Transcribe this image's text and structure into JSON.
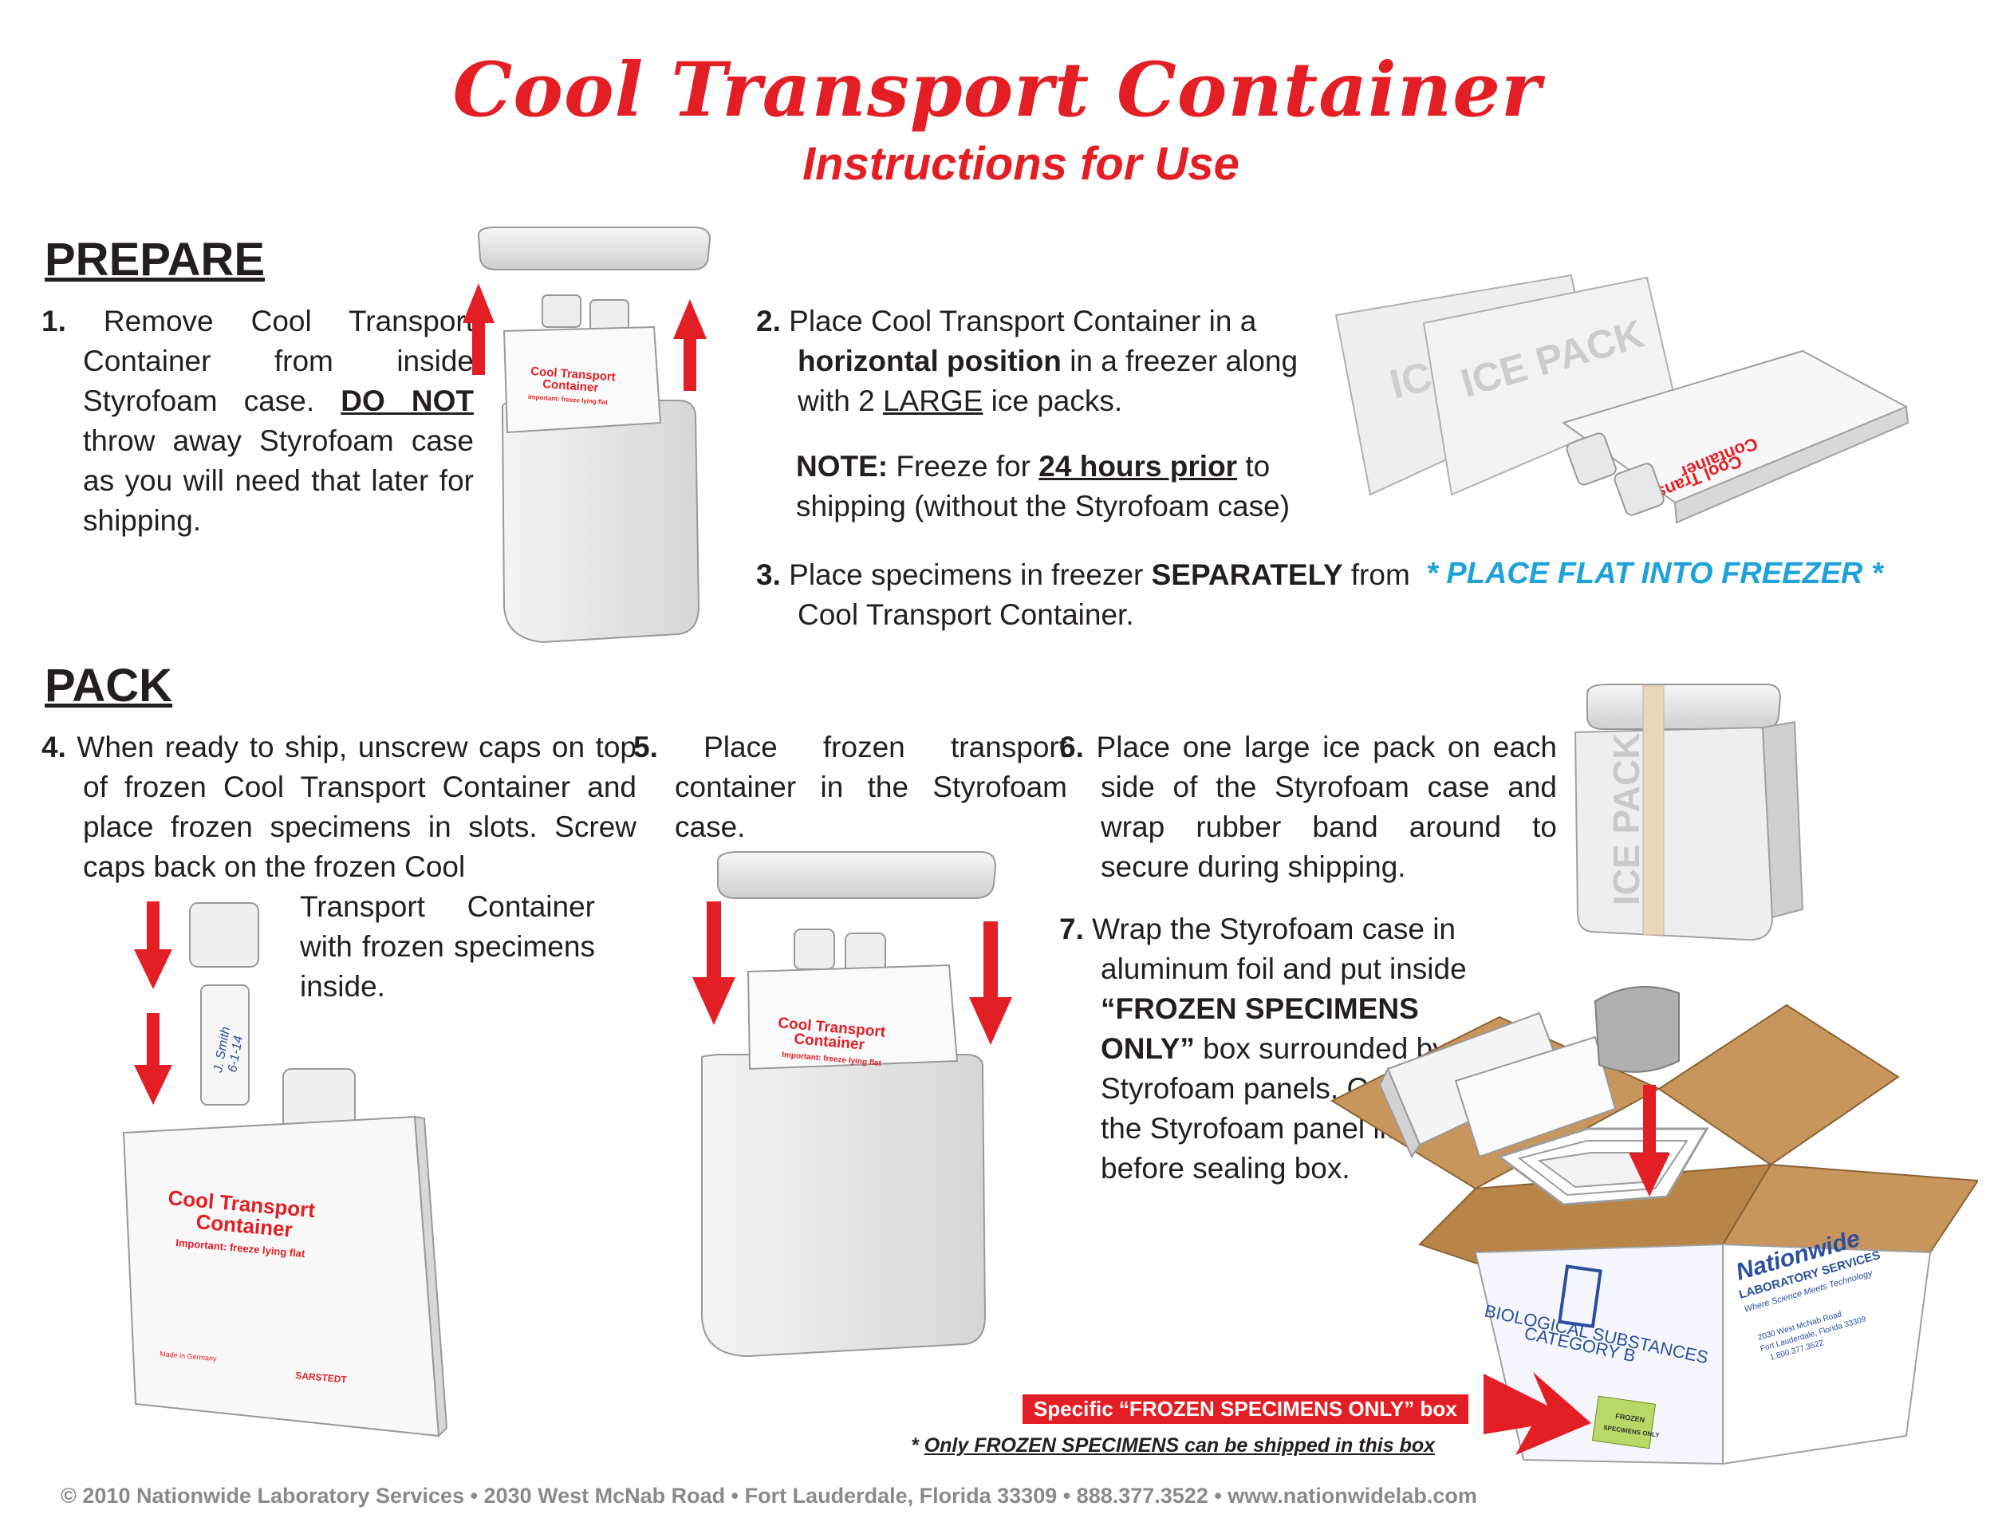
{
  "title": "Cool Transport Container",
  "subtitle": "Instructions for Use",
  "prepare": {
    "heading": "PREPARE",
    "step1": {
      "num": "1.",
      "t1": "Remove Cool Transport Container from inside Styrofoam case.",
      "do_not": "DO NOT",
      "t2": "throw away Styrofoam case as you will need that later for shipping."
    },
    "step2": {
      "num": "2.",
      "t1": "Place Cool Transport Container in a",
      "bold": "horizontal position",
      "t2": "in a freezer along with 2",
      "large": "LARGE",
      "t3": "ice packs."
    },
    "note": {
      "label": "NOTE:",
      "t1": "Freeze for",
      "hours": "24 hours prior",
      "t2": "to shipping (without the Styrofoam case)"
    },
    "step3": {
      "num": "3.",
      "t1": "Place specimens in freezer",
      "bold": "SEPARATELY",
      "t2": "from Cool Transport Container."
    },
    "freezer_note": "* PLACE FLAT INTO FREEZER *"
  },
  "pack": {
    "heading": "PACK",
    "step4": {
      "num": "4.",
      "t1": "When ready to ship, unscrew caps on top of frozen Cool Transport Container and place frozen specimens in slots. Screw caps back on the frozen Cool",
      "t2": "Transport Container with frozen specimens inside."
    },
    "step5": {
      "num": "5.",
      "t1": "Place frozen transport container in the Styrofoam case."
    },
    "step6": {
      "num": "6.",
      "t1": "Place one large ice pack on each side of the Styrofoam case and wrap rubber band around to secure during shipping."
    },
    "step7": {
      "num": "7.",
      "t1": "Wrap the Styrofoam case in aluminum foil and put inside",
      "bold": "“FROZEN SPECIMENS ONLY”",
      "t2": "box surrounded by Styrofoam panels. Cover with the Styrofoam panel lids before sealing box."
    }
  },
  "callouts": {
    "banner": "Specific “FROZEN SPECIMENS ONLY” box",
    "only_star": "*",
    "only_note": "Only FROZEN SPECIMENS can be shipped in this box"
  },
  "labels": {
    "container_name": "Cool Transport Container",
    "container_line1": "Cool Transport",
    "container_line2": "Container",
    "freeze_flat": "Important: freeze lying flat",
    "made_in": "Made in Germany",
    "brand": "SARSTEDT",
    "ice_pack": "ICE PACK",
    "ice_pack_partial": "IC",
    "tube_text1": "J. Smith",
    "tube_text2": "6-1-14",
    "box_brand": "Nationwide",
    "box_brand2": "LABORATORY SERVICES",
    "box_tagline": "Where Science Meets Technology",
    "box_addr1": "2030 West McNab Road",
    "box_addr2": "Fort Lauderdale, Florida 33309",
    "box_addr3": "1.800.377.3522",
    "box_bio1": "BIOLOGICAL SUBSTANCES",
    "box_bio2": "CATEGORY B",
    "box_sticker1": "FROZEN",
    "box_sticker2": "SPECIMENS ONLY"
  },
  "footer": "© 2010 Nationwide Laboratory Services • 2030 West McNab Road • Fort Lauderdale, Florida 33309 • 888.377.3522 • www.nationwidelab.com",
  "colors": {
    "red": "#e31e24",
    "blue": "#1ea2d9",
    "cardboard": "#c8955c",
    "text": "#231f20"
  },
  "icons": [
    "up-arrow-icon",
    "down-arrow-icon",
    "right-arrow-icon"
  ]
}
